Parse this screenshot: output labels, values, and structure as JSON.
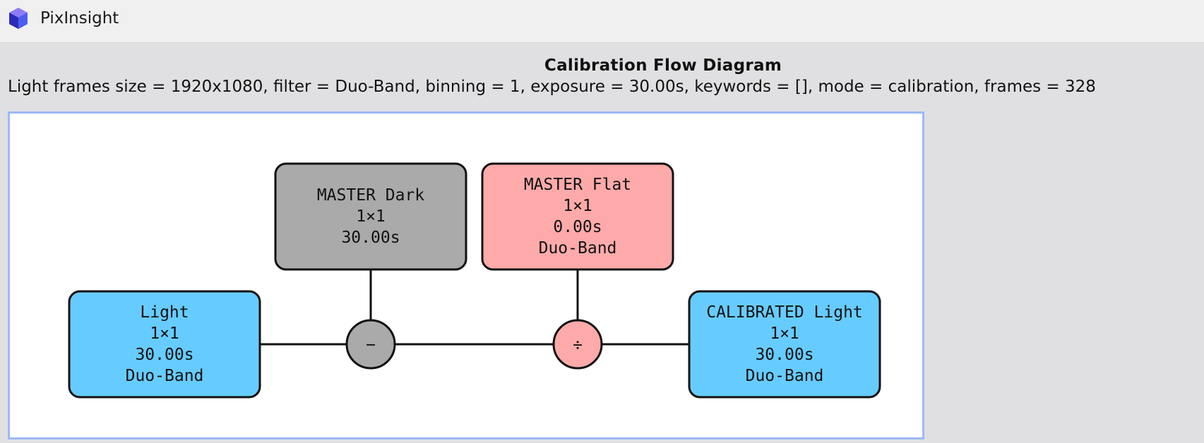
{
  "app": {
    "title": "PixInsight",
    "icon": "pixinsight-logo-icon"
  },
  "diagram": {
    "title": "Calibration Flow Diagram",
    "subtitle": "Light frames size = 1920x1080, filter = Duo-Band, binning = 1, exposure = 30.00s, keywords = [], mode = calibration, frames = 328"
  },
  "nodes": {
    "light": {
      "lines": [
        "Light",
        "1×1",
        "30.00s",
        "Duo-Band"
      ],
      "color": "#66ccff"
    },
    "master_dark": {
      "lines": [
        "MASTER Dark",
        "1×1",
        "30.00s"
      ],
      "color": "#aaaaaa"
    },
    "master_flat": {
      "lines": [
        "MASTER Flat",
        "1×1",
        "0.00s",
        "Duo-Band"
      ],
      "color": "#ffaaaa"
    },
    "calibrated": {
      "lines": [
        "CALIBRATED Light",
        "1×1",
        "30.00s",
        "Duo-Band"
      ],
      "color": "#66ccff"
    }
  },
  "operators": {
    "subtract": {
      "symbol": "−",
      "color": "#aaaaaa"
    },
    "divide": {
      "symbol": "÷",
      "color": "#ffaaaa"
    }
  },
  "colors": {
    "frame_border": "#9db9f5",
    "stroke": "#111111"
  }
}
